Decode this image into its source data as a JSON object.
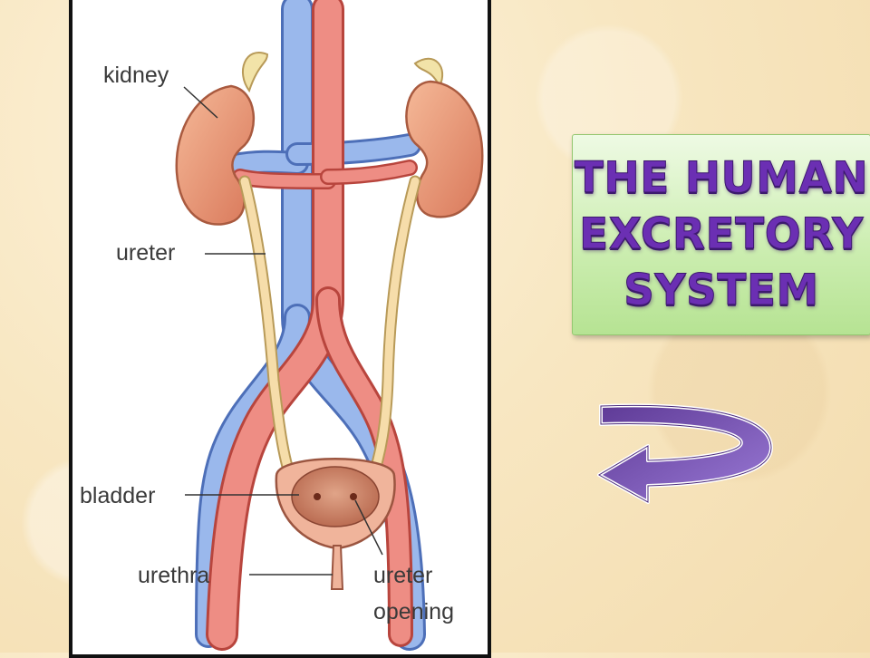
{
  "diagram": {
    "labels": {
      "kidney": "kidney",
      "ureter": "ureter",
      "bladder": "bladder",
      "urethra": "urethra",
      "ureter_opening_line1": "ureter",
      "ureter_opening_line2": "opening"
    }
  },
  "title": {
    "line1": "THE HUMAN",
    "line2": "EXCRETORY",
    "line3": "SYSTEM"
  },
  "colors": {
    "title_text": "#6b2fb3",
    "title_box": "#cdeeb2",
    "arrow": "#8a67c8",
    "artery": "#e9827a",
    "vein": "#8fb1e6",
    "kidney": "#eb9e7e",
    "ureter": "#f3d8a4"
  },
  "icons": {
    "return_arrow": "curved-return-arrow-icon"
  }
}
